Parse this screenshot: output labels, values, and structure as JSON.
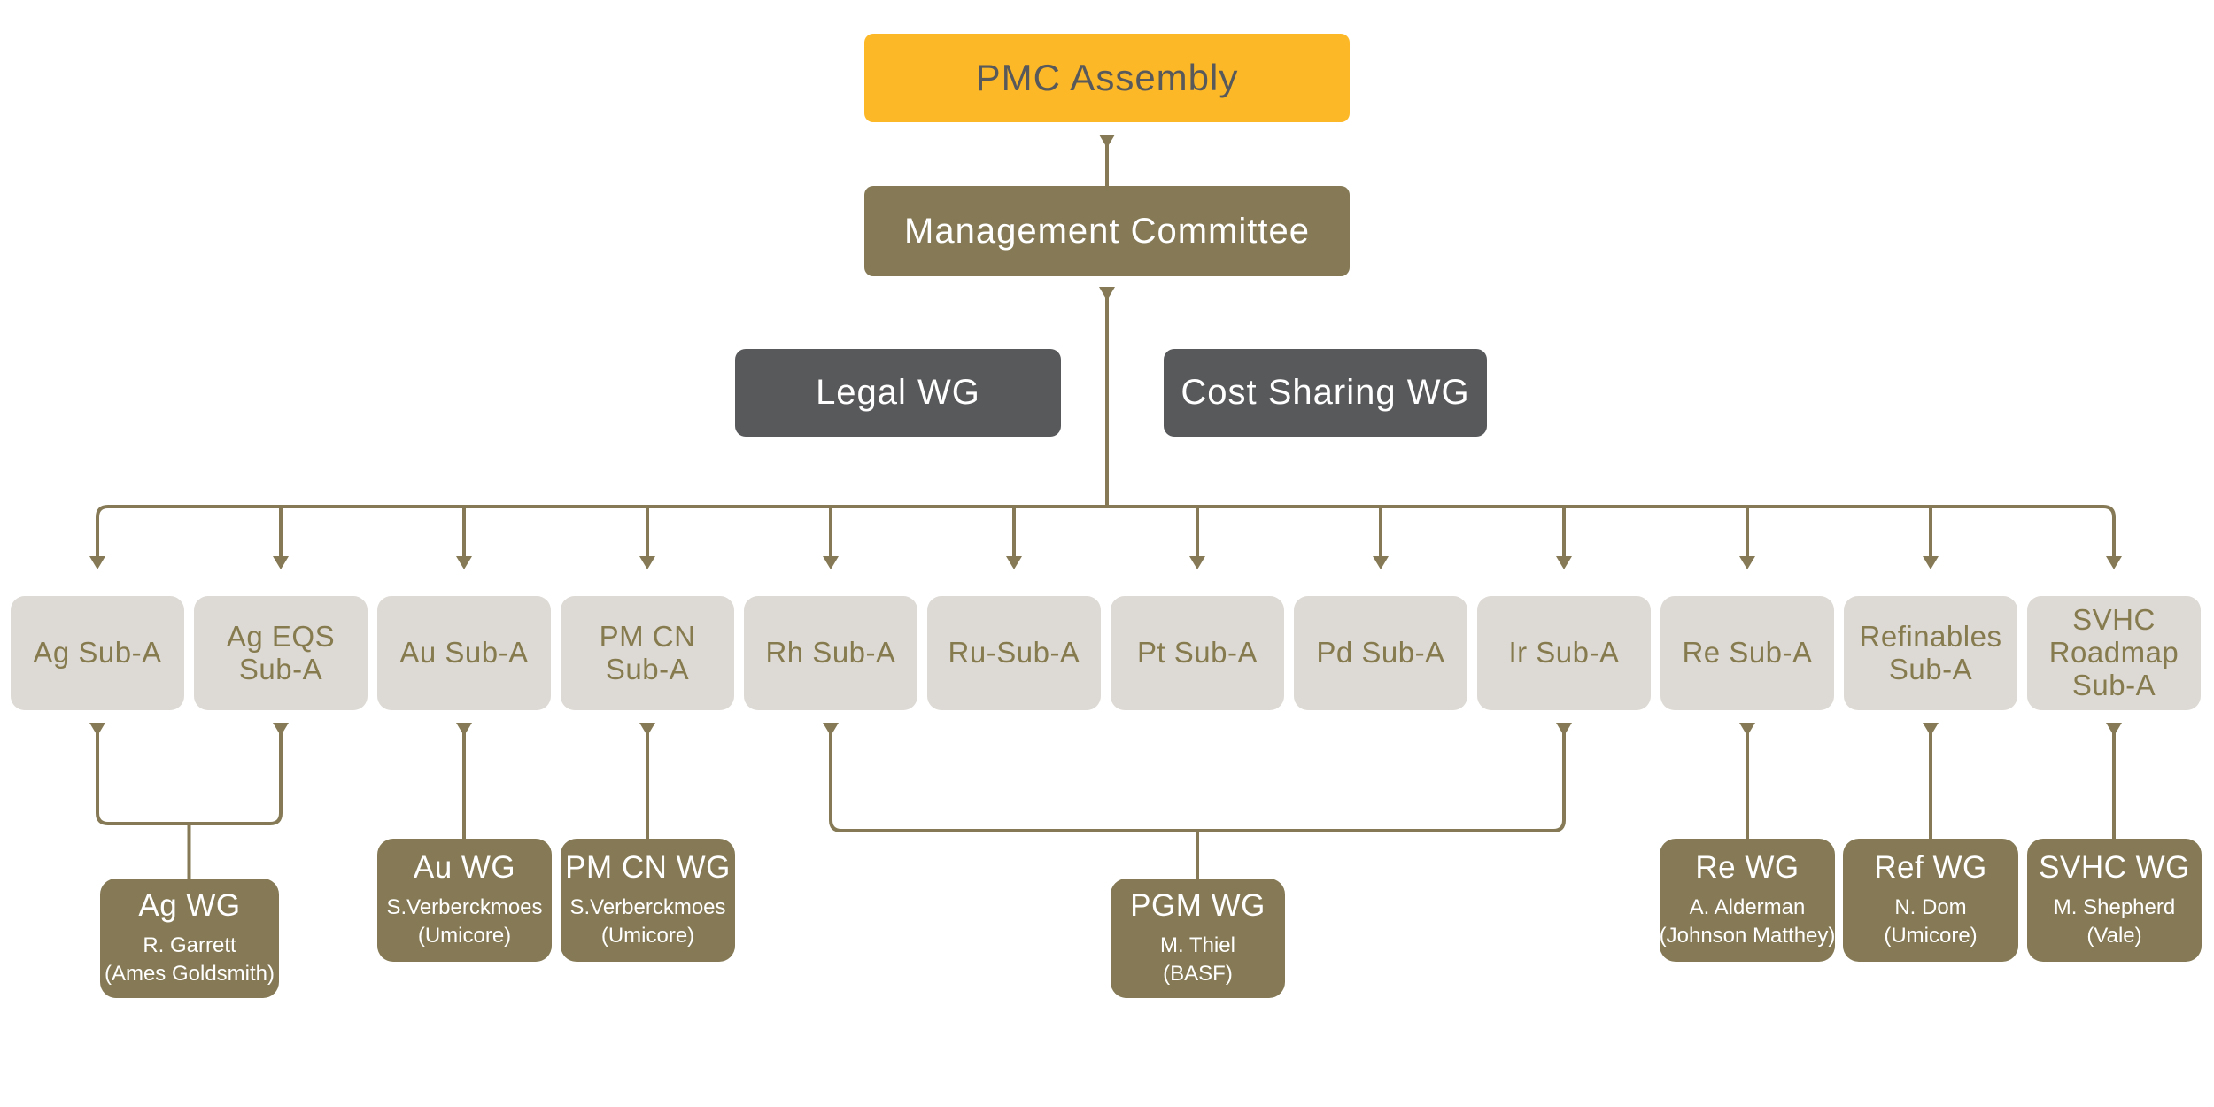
{
  "colors": {
    "accent_yellow": "#FDB827",
    "olive": "#857A55",
    "dark_gray": "#58595B",
    "light_gray_box": "#DDD9D4",
    "olive_text": "#867B4F",
    "connector_line": "#857A55"
  },
  "chart": {
    "assembly": {
      "label": "PMC Assembly"
    },
    "management_committee": {
      "label": "Management Committee"
    },
    "top_working_groups": [
      {
        "label": "Legal WG"
      },
      {
        "label": "Cost Sharing WG"
      }
    ],
    "sub_assemblies": [
      {
        "label": "Ag Sub-A"
      },
      {
        "label": "Ag EQS\nSub-A"
      },
      {
        "label": "Au Sub-A"
      },
      {
        "label": "PM CN\nSub-A"
      },
      {
        "label": "Rh Sub-A"
      },
      {
        "label": "Ru-Sub-A"
      },
      {
        "label": "Pt Sub-A"
      },
      {
        "label": "Pd Sub-A"
      },
      {
        "label": "Ir Sub-A"
      },
      {
        "label": "Re Sub-A"
      },
      {
        "label": "Refinables\nSub-A"
      },
      {
        "label": "SVHC\nRoadmap\nSub-A"
      }
    ],
    "working_groups": [
      {
        "title": "Ag WG",
        "leader": "R. Garrett",
        "org": "(Ames Goldsmith)"
      },
      {
        "title": "Au WG",
        "leader": "S.Verberckmoes",
        "org": "(Umicore)"
      },
      {
        "title": "PM CN WG",
        "leader": "S.Verberckmoes",
        "org": "(Umicore)"
      },
      {
        "title": "PGM WG",
        "leader": "M. Thiel",
        "org": "(BASF)"
      },
      {
        "title": "Re WG",
        "leader": "A. Alderman",
        "org": "(Johnson Matthey)"
      },
      {
        "title": "Ref WG",
        "leader": "N. Dom",
        "org": "(Umicore)"
      },
      {
        "title": "SVHC WG",
        "leader": "M. Shepherd",
        "org": "(Vale)"
      }
    ]
  }
}
